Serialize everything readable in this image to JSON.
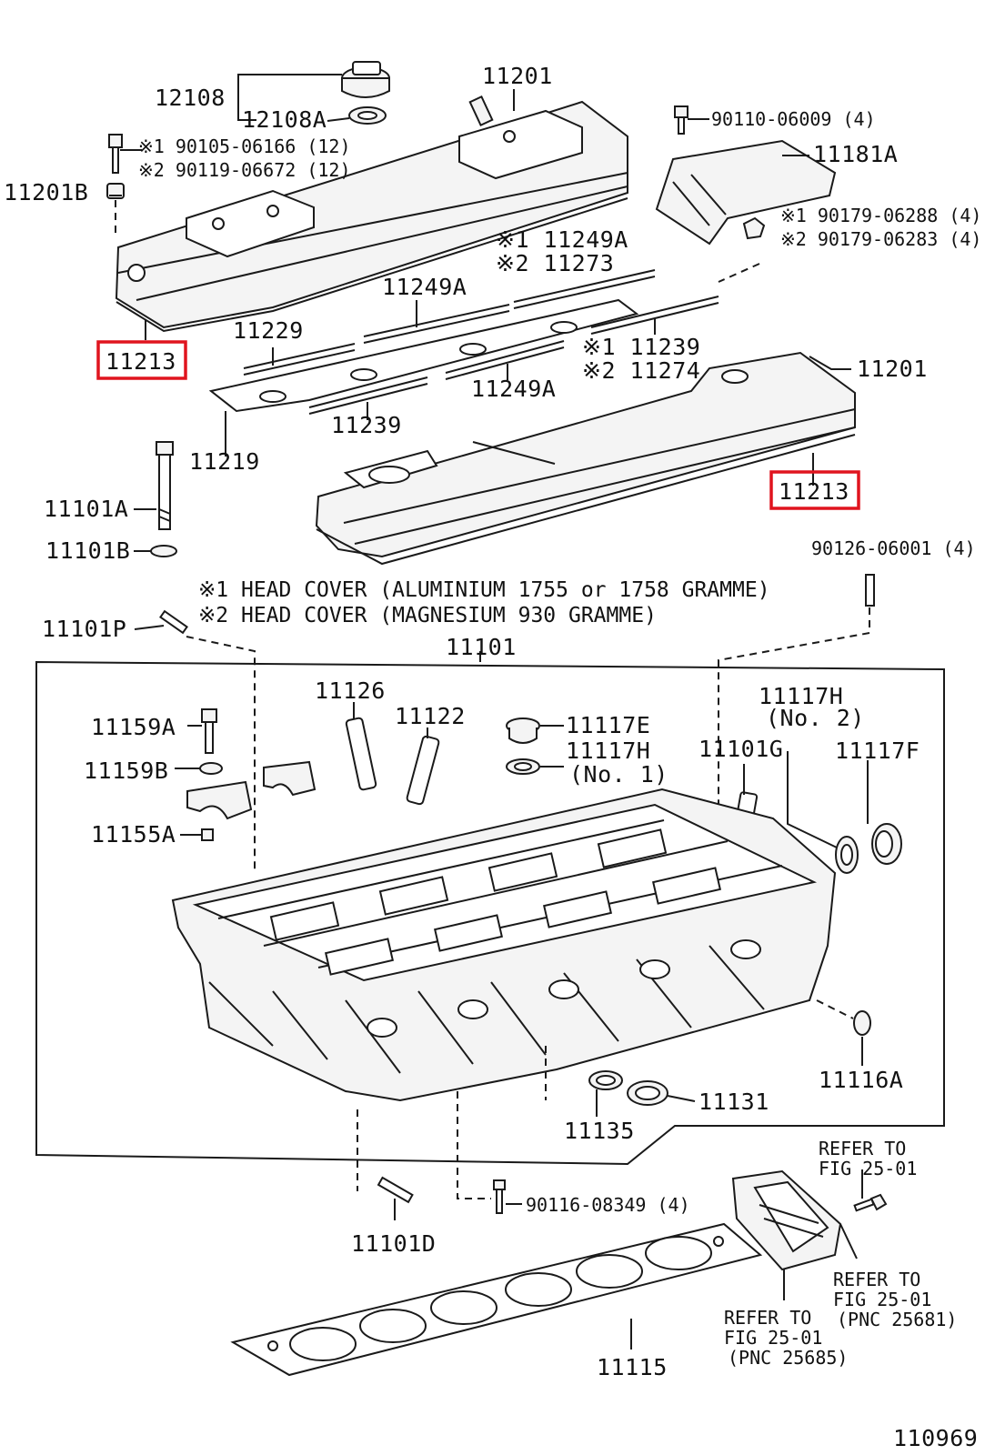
{
  "diagram": {
    "figure_number": "110969",
    "labels": {
      "p12108": "12108",
      "p12108A": "12108A",
      "p11201_top": "11201",
      "p90105": "※1 90105-06166 (12)",
      "p90119": "※2 90119-06672 (12)",
      "p11201B": "11201B",
      "p90110": "90110-06009 (4)",
      "p11181A": "11181A",
      "p90179_1": "※1 90179-06288 (4)",
      "p90179_2": "※2 90179-06283 (4)",
      "p11249A_1": "※1 11249A",
      "p11273": "※2 11273",
      "p11249A_mid": "11249A",
      "p11229": "11229",
      "p11213_left": "11213",
      "p11239_1": "※1 11239",
      "p11274": "※2 11274",
      "p11249A_low": "11249A",
      "p11201_right": "11201",
      "p11239_low": "11239",
      "p11219": "11219",
      "p11213_right": "11213",
      "p11101A": "11101A",
      "p11101B": "11101B",
      "p90126": "90126-06001 (4)",
      "p11101P": "11101P",
      "p11101": "11101",
      "p11126": "11126",
      "p11122": "11122",
      "p11117E": "11117E",
      "p11117H_no2": "11117H",
      "p11117H_no2_sub": "(No. 2)",
      "p11159A": "11159A",
      "p11117H_no1": "11117H",
      "p11117H_no1_sub": "(No. 1)",
      "p11101G": "11101G",
      "p11117F": "11117F",
      "p11159B": "11159B",
      "p11155A": "11155A",
      "p11116A": "11116A",
      "p11131": "11131",
      "p11135": "11135",
      "p90116": "90116-08349 (4)",
      "p11101D": "11101D",
      "p11115": "11115"
    },
    "notes": {
      "note1": "※1 HEAD COVER (ALUMINIUM 1755 or 1758 GRAMME)",
      "note2": "※2 HEAD COVER (MAGNESIUM 930 GRAMME)"
    },
    "references": {
      "ref1_line1": "REFER TO",
      "ref1_line2": "FIG 25-01",
      "ref2_line1": "REFER TO",
      "ref2_line2": "FIG 25-01",
      "ref2_line3": "(PNC 25681)",
      "ref3_line1": "REFER TO",
      "ref3_line2": "FIG 25-01",
      "ref3_line3": "(PNC 25685)"
    },
    "highlight_color": "#e0141e"
  }
}
